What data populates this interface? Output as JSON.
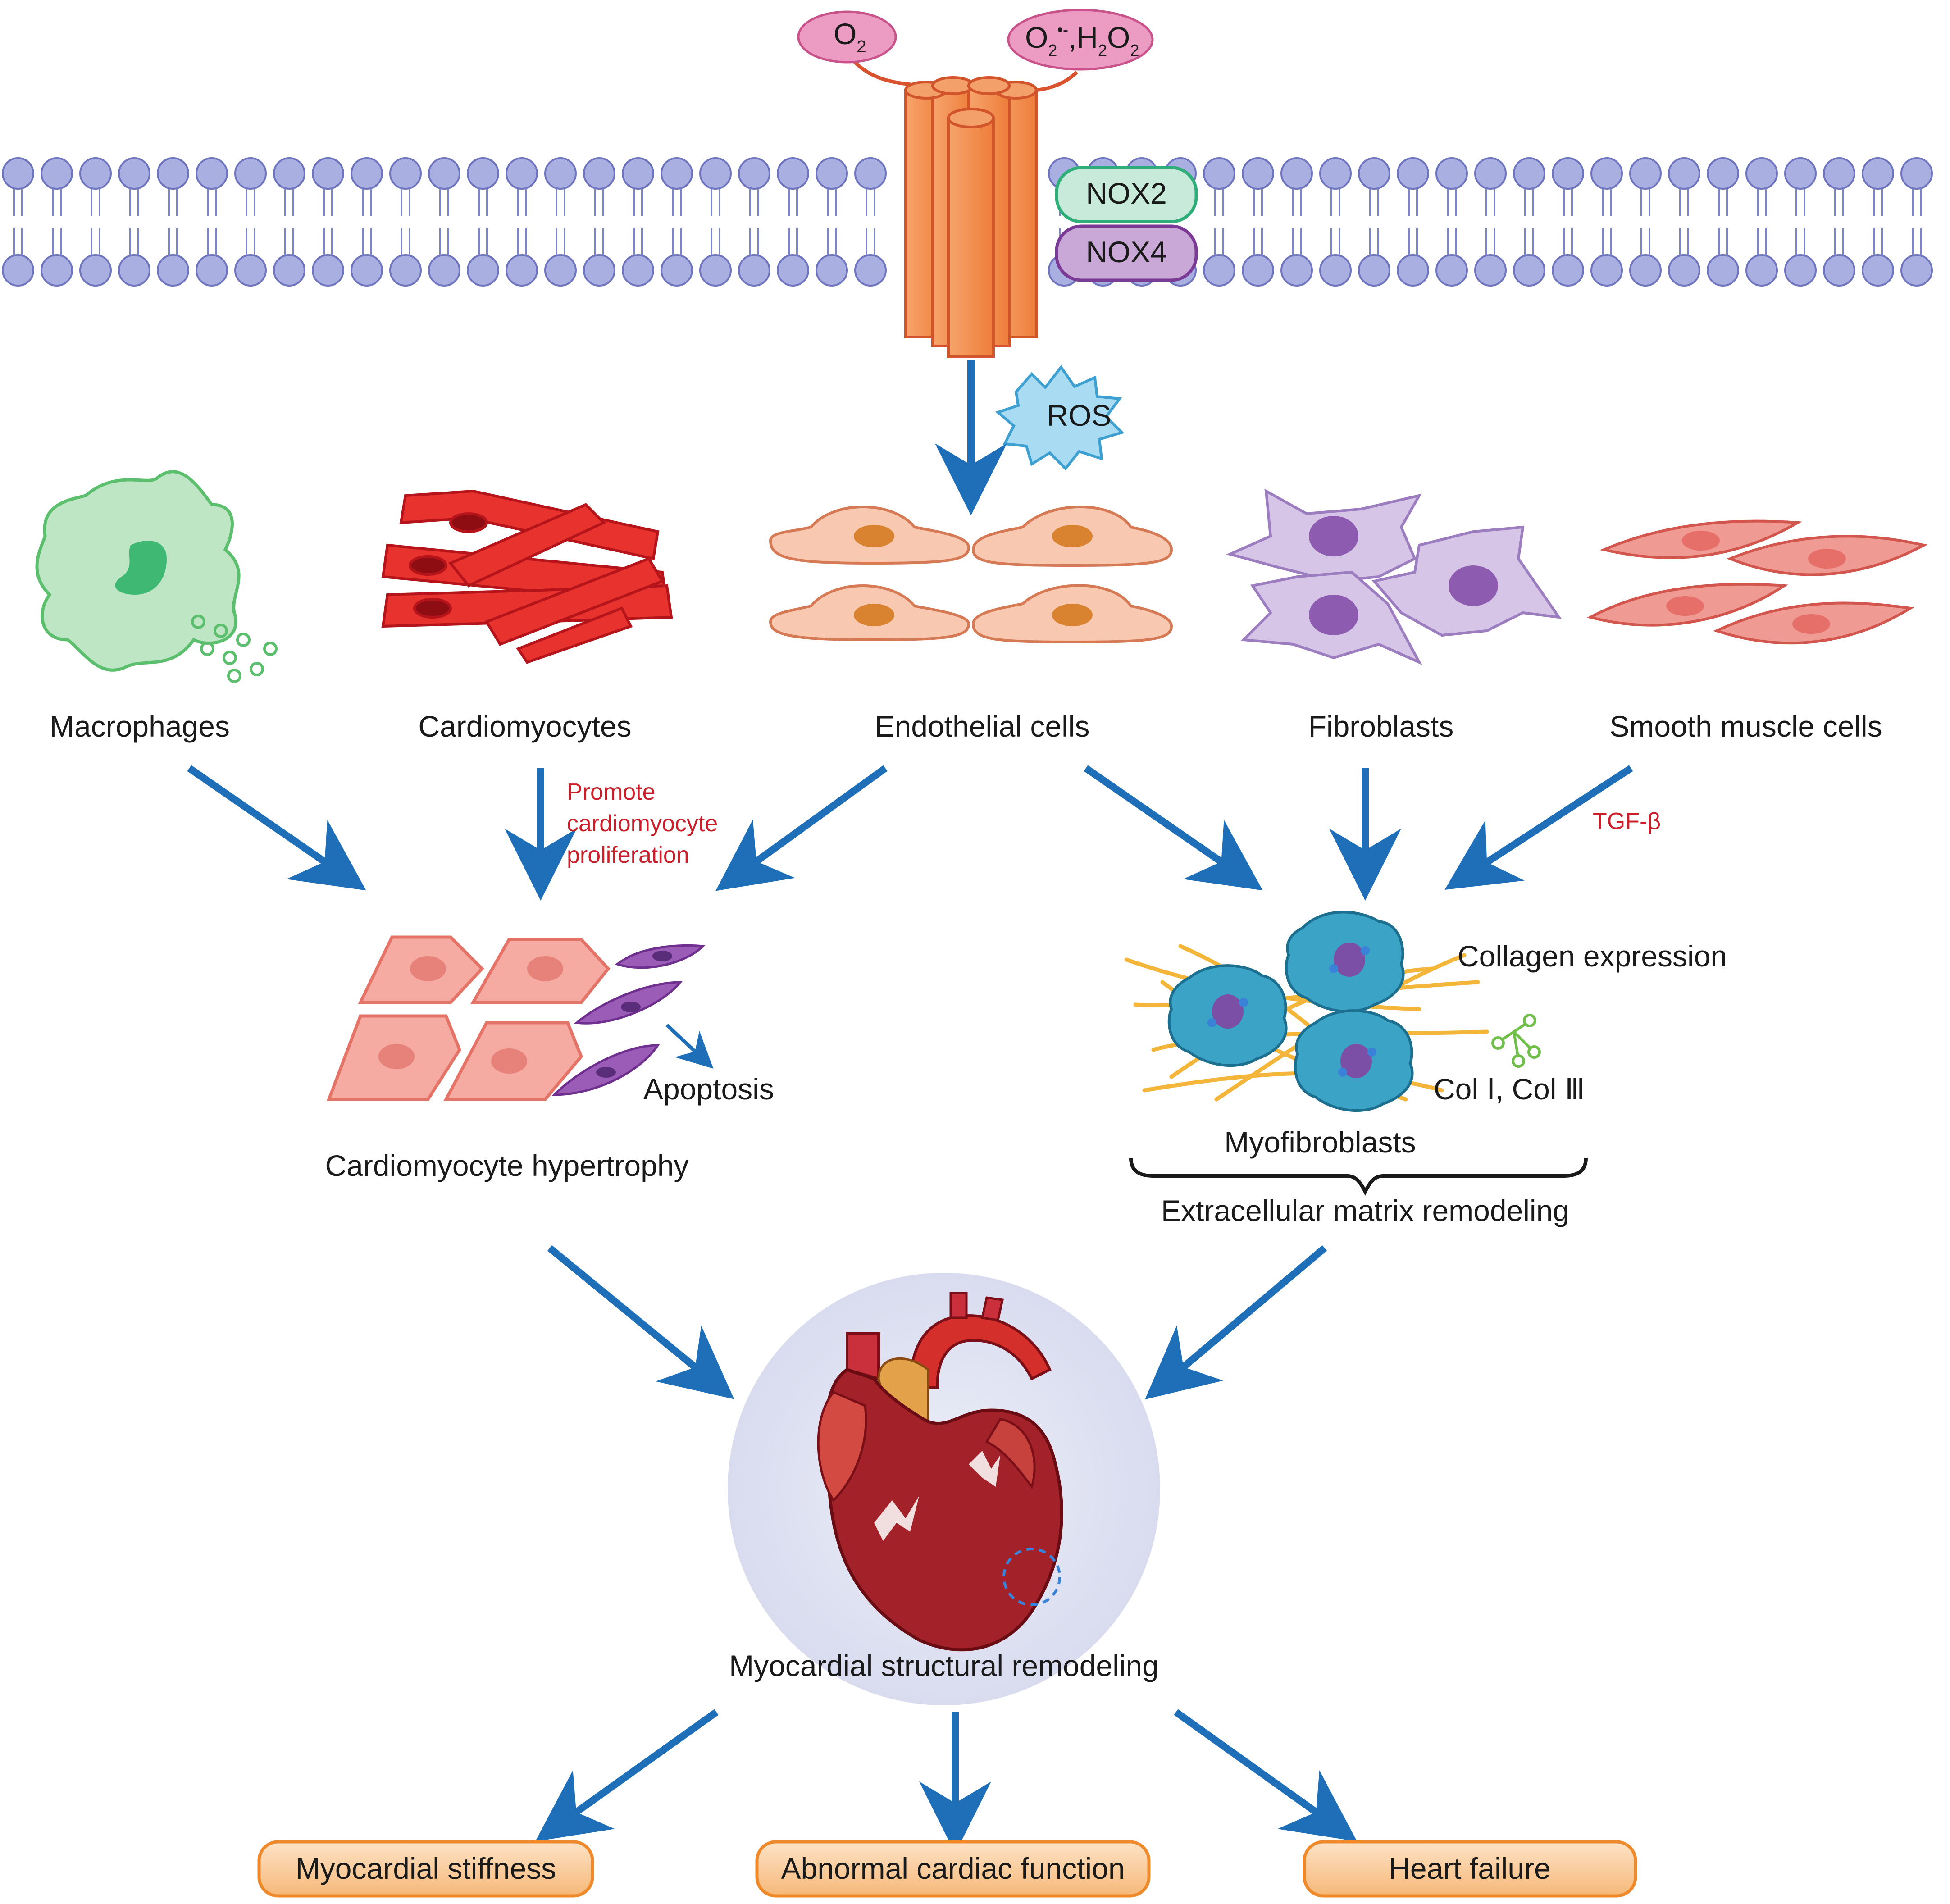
{
  "membrane": {
    "o2": "O",
    "o2_sub": "2",
    "ros_species": "O",
    "ros_species_sub": "2",
    "ros_species_sup": "•-",
    "h2o2": ",H",
    "h2o2_sub1": "2",
    "h2o2_o": "O",
    "h2o2_sub2": "2",
    "nox2": "NOX2",
    "nox4": "NOX4",
    "ros": "ROS"
  },
  "cells": {
    "macrophages": "Macrophages",
    "cardiomyocytes": "Cardiomyocytes",
    "endothelial": "Endothelial cells",
    "fibroblasts": "Fibroblasts",
    "smooth_muscle": "Smooth muscle cells"
  },
  "annotations": {
    "promote_1": "Promote",
    "promote_2": "cardiomyocyte",
    "promote_3": "proliferation",
    "tgf": "TGF-β",
    "apoptosis": "Apoptosis",
    "hypertrophy": "Cardiomyocyte hypertrophy",
    "collagen_expression": "Collagen expression",
    "col_types": "Col Ⅰ, Col Ⅲ",
    "myofibroblasts": "Myofibroblasts",
    "ecm": "Extracellular matrix remodeling",
    "structural": "Myocardial structural remodeling"
  },
  "outcomes": {
    "stiffness": "Myocardial stiffness",
    "abnormal": "Abnormal cardiac function",
    "failure": "Heart failure"
  },
  "colors": {
    "arrow": "#1f6fb8",
    "membrane": "#9aa0d6",
    "channel": "#f28c4f",
    "nox2": "#2fae7a",
    "nox4": "#7b3a96",
    "outcome_fill": "#f9c795",
    "outcome_stroke": "#ee8a2b"
  }
}
